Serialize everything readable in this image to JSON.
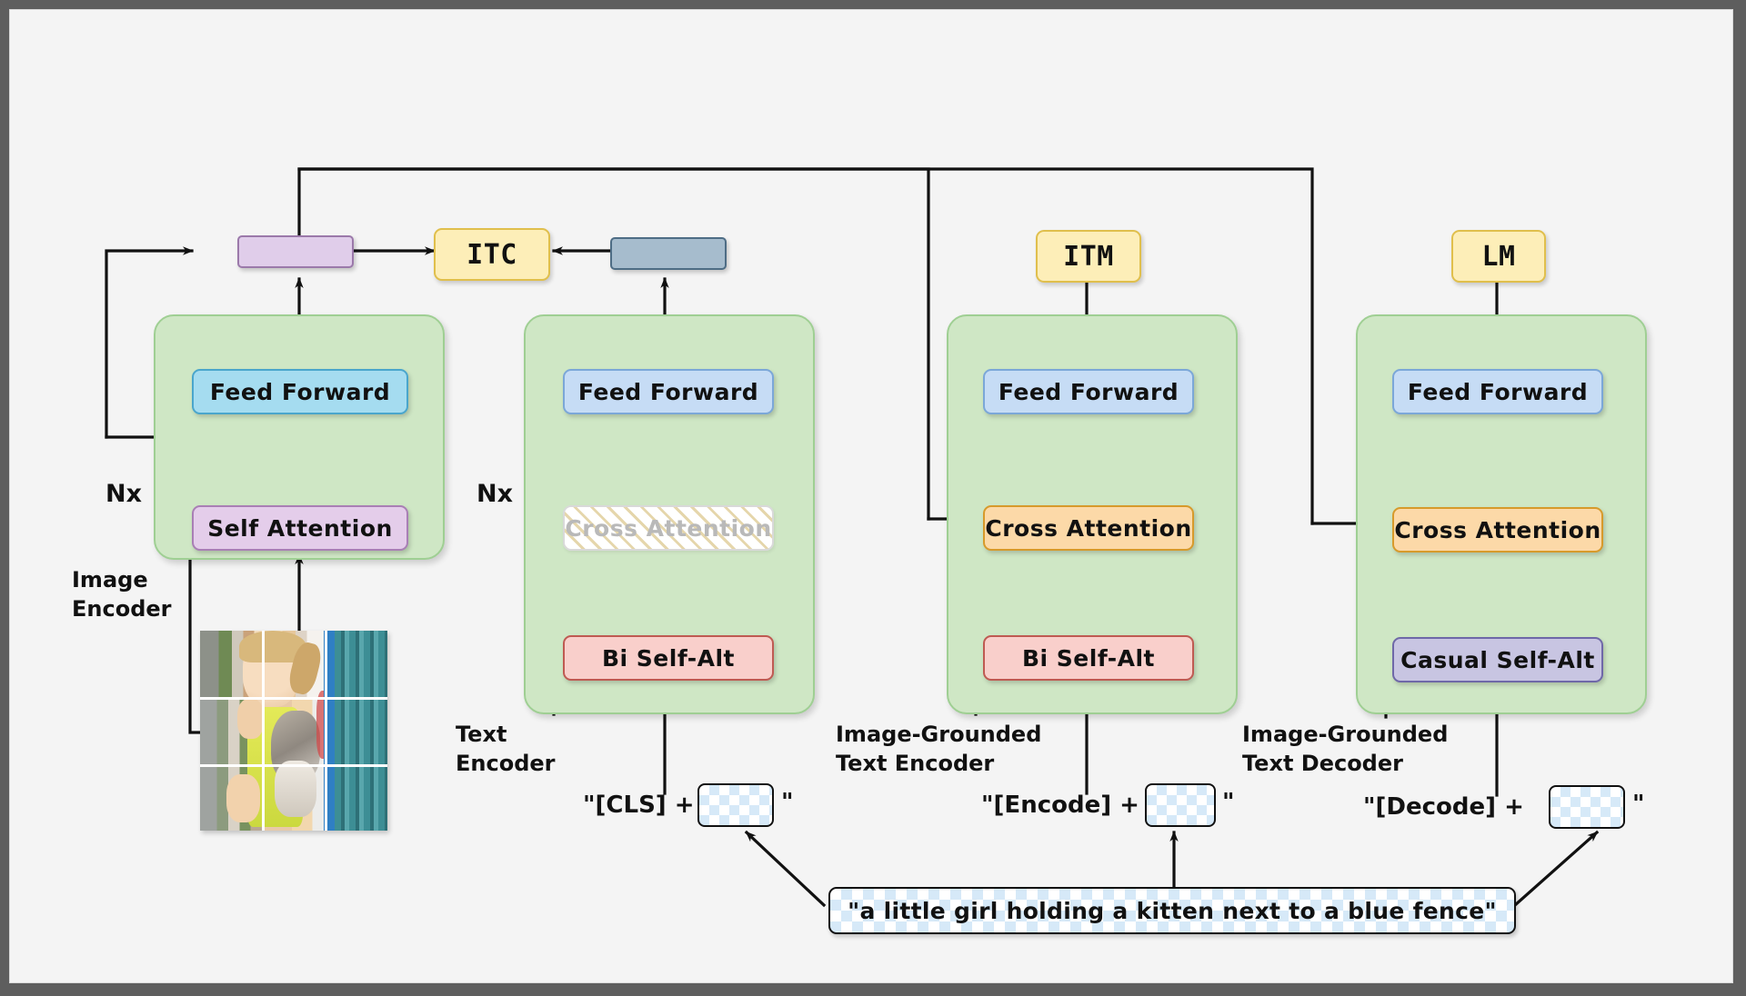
{
  "figure": {
    "title": "BLIP pre-training model architecture and objectives",
    "background": "#f4f4f4",
    "frame_border": "#5e5e5e"
  },
  "colors": {
    "green_block": "#cfe7c5",
    "feed_forward_blue": "#c6dcf5",
    "feed_forward_cyan": "#a5dcf0",
    "self_attention_purple": "#e4cdea",
    "cross_attention_orange": "#fcd9a8",
    "bi_self_alt_red": "#f9cfcb",
    "casual_self_alt_violet": "#c8c5e2",
    "loss_yellow": "#fdeeb8",
    "cls_bar_purple": "#e0cdea",
    "cls_bar_slate": "#a6bccd",
    "token_checker_blue": "#d6e9f8"
  },
  "losses": [
    {
      "id": "itc",
      "label": "ITC"
    },
    {
      "id": "itm",
      "label": "ITM"
    },
    {
      "id": "lm",
      "label": "LM"
    }
  ],
  "columns": [
    {
      "id": "image-encoder",
      "caption": "Image\nEncoder",
      "repeat_label": "Nx",
      "blocks": [
        {
          "id": "feed-forward",
          "label": "Feed Forward",
          "style": "feed-forward-cyan",
          "enabled": true
        },
        {
          "id": "self-attention",
          "label": "Self Attention",
          "style": "self-attention",
          "enabled": true
        }
      ],
      "input_type": "image-patches"
    },
    {
      "id": "text-encoder",
      "caption": "Text\nEncoder",
      "repeat_label": "Nx",
      "blocks": [
        {
          "id": "feed-forward",
          "label": "Feed Forward",
          "style": "feed-forward",
          "enabled": true
        },
        {
          "id": "cross-attention",
          "label": "Cross Attention",
          "style": "cross-attention",
          "enabled": false
        },
        {
          "id": "bi-self-alt",
          "label": "Bi Self-Alt",
          "style": "bi-self-alt",
          "enabled": true
        }
      ],
      "input_prefix": "\"[CLS] +",
      "input_suffix": "\""
    },
    {
      "id": "image-grounded-text-encoder",
      "caption": "Image-Grounded\nText Encoder",
      "repeat_label": "",
      "blocks": [
        {
          "id": "feed-forward",
          "label": "Feed Forward",
          "style": "feed-forward",
          "enabled": true
        },
        {
          "id": "cross-attention",
          "label": "Cross Attention",
          "style": "cross-attention",
          "enabled": true
        },
        {
          "id": "bi-self-alt",
          "label": "Bi Self-Alt",
          "style": "bi-self-alt",
          "enabled": true
        }
      ],
      "input_prefix": "\"[Encode] +",
      "input_suffix": "\""
    },
    {
      "id": "image-grounded-text-decoder",
      "caption": "Image-Grounded\nText Decoder",
      "repeat_label": "",
      "blocks": [
        {
          "id": "feed-forward",
          "label": "Feed Forward",
          "style": "feed-forward",
          "enabled": true
        },
        {
          "id": "cross-attention",
          "label": "Cross Attention",
          "style": "cross-attention",
          "enabled": true
        },
        {
          "id": "casual-self-alt",
          "label": "Casual Self-Alt",
          "style": "casual-self-alt",
          "enabled": true
        }
      ],
      "input_prefix": "\"[Decode] +",
      "input_suffix": "\""
    }
  ],
  "caption_text": "\"a little girl holding a kitten next to a blue fence\"",
  "image_thumbnail": {
    "alt": "a little girl holding a kitten next to a blue fence",
    "patch_grid": "3x3"
  },
  "symbols": {
    "residual_add": "⊕"
  }
}
